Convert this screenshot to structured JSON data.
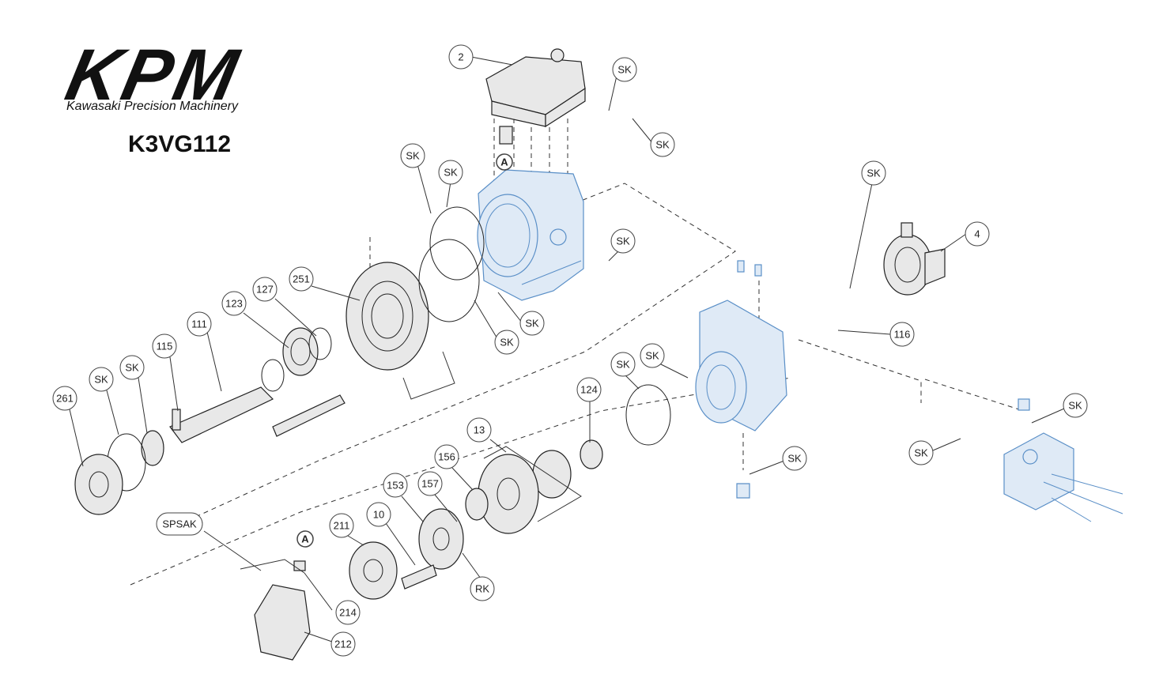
{
  "brand": {
    "logo_text": "KPM",
    "tagline": "Kawasaki Precision Machinery",
    "model": "K3VG112"
  },
  "callouts": [
    {
      "id": "c-2",
      "label": "2"
    },
    {
      "id": "c-sk-top1",
      "label": "SK"
    },
    {
      "id": "c-sk-top2",
      "label": "SK"
    },
    {
      "id": "c-sk-l1",
      "label": "SK"
    },
    {
      "id": "c-sk-l2",
      "label": "SK"
    },
    {
      "id": "c-a1",
      "label": "A"
    },
    {
      "id": "c-sk-mid1",
      "label": "SK"
    },
    {
      "id": "c-sk-mid2",
      "label": "SK"
    },
    {
      "id": "c-sk-mid3",
      "label": "SK"
    },
    {
      "id": "c-sk-r1",
      "label": "SK"
    },
    {
      "id": "c-4",
      "label": "4"
    },
    {
      "id": "c-116",
      "label": "116"
    },
    {
      "id": "c-251",
      "label": "251"
    },
    {
      "id": "c-127",
      "label": "127"
    },
    {
      "id": "c-123",
      "label": "123"
    },
    {
      "id": "c-111",
      "label": "111"
    },
    {
      "id": "c-115",
      "label": "115"
    },
    {
      "id": "c-sk-sh1",
      "label": "SK"
    },
    {
      "id": "c-sk-sh2",
      "label": "SK"
    },
    {
      "id": "c-261",
      "label": "261"
    },
    {
      "id": "c-sk-c1",
      "label": "SK"
    },
    {
      "id": "c-sk-c2",
      "label": "SK"
    },
    {
      "id": "c-124",
      "label": "124"
    },
    {
      "id": "c-13",
      "label": "13"
    },
    {
      "id": "c-156",
      "label": "156"
    },
    {
      "id": "c-157",
      "label": "157"
    },
    {
      "id": "c-153",
      "label": "153"
    },
    {
      "id": "c-10",
      "label": "10"
    },
    {
      "id": "c-211",
      "label": "211"
    },
    {
      "id": "c-rk",
      "label": "RK"
    },
    {
      "id": "c-spsak",
      "label": "SPSAK"
    },
    {
      "id": "c-a2",
      "label": "A"
    },
    {
      "id": "c-214",
      "label": "214"
    },
    {
      "id": "c-212",
      "label": "212"
    },
    {
      "id": "c-sk-v1",
      "label": "SK"
    },
    {
      "id": "c-sk-b1",
      "label": "SK"
    },
    {
      "id": "c-sk-b2",
      "label": "SK"
    }
  ],
  "colors": {
    "part_blue": "#5a8fc7",
    "part_fill": "#dfeaf6",
    "ink": "#222222"
  }
}
